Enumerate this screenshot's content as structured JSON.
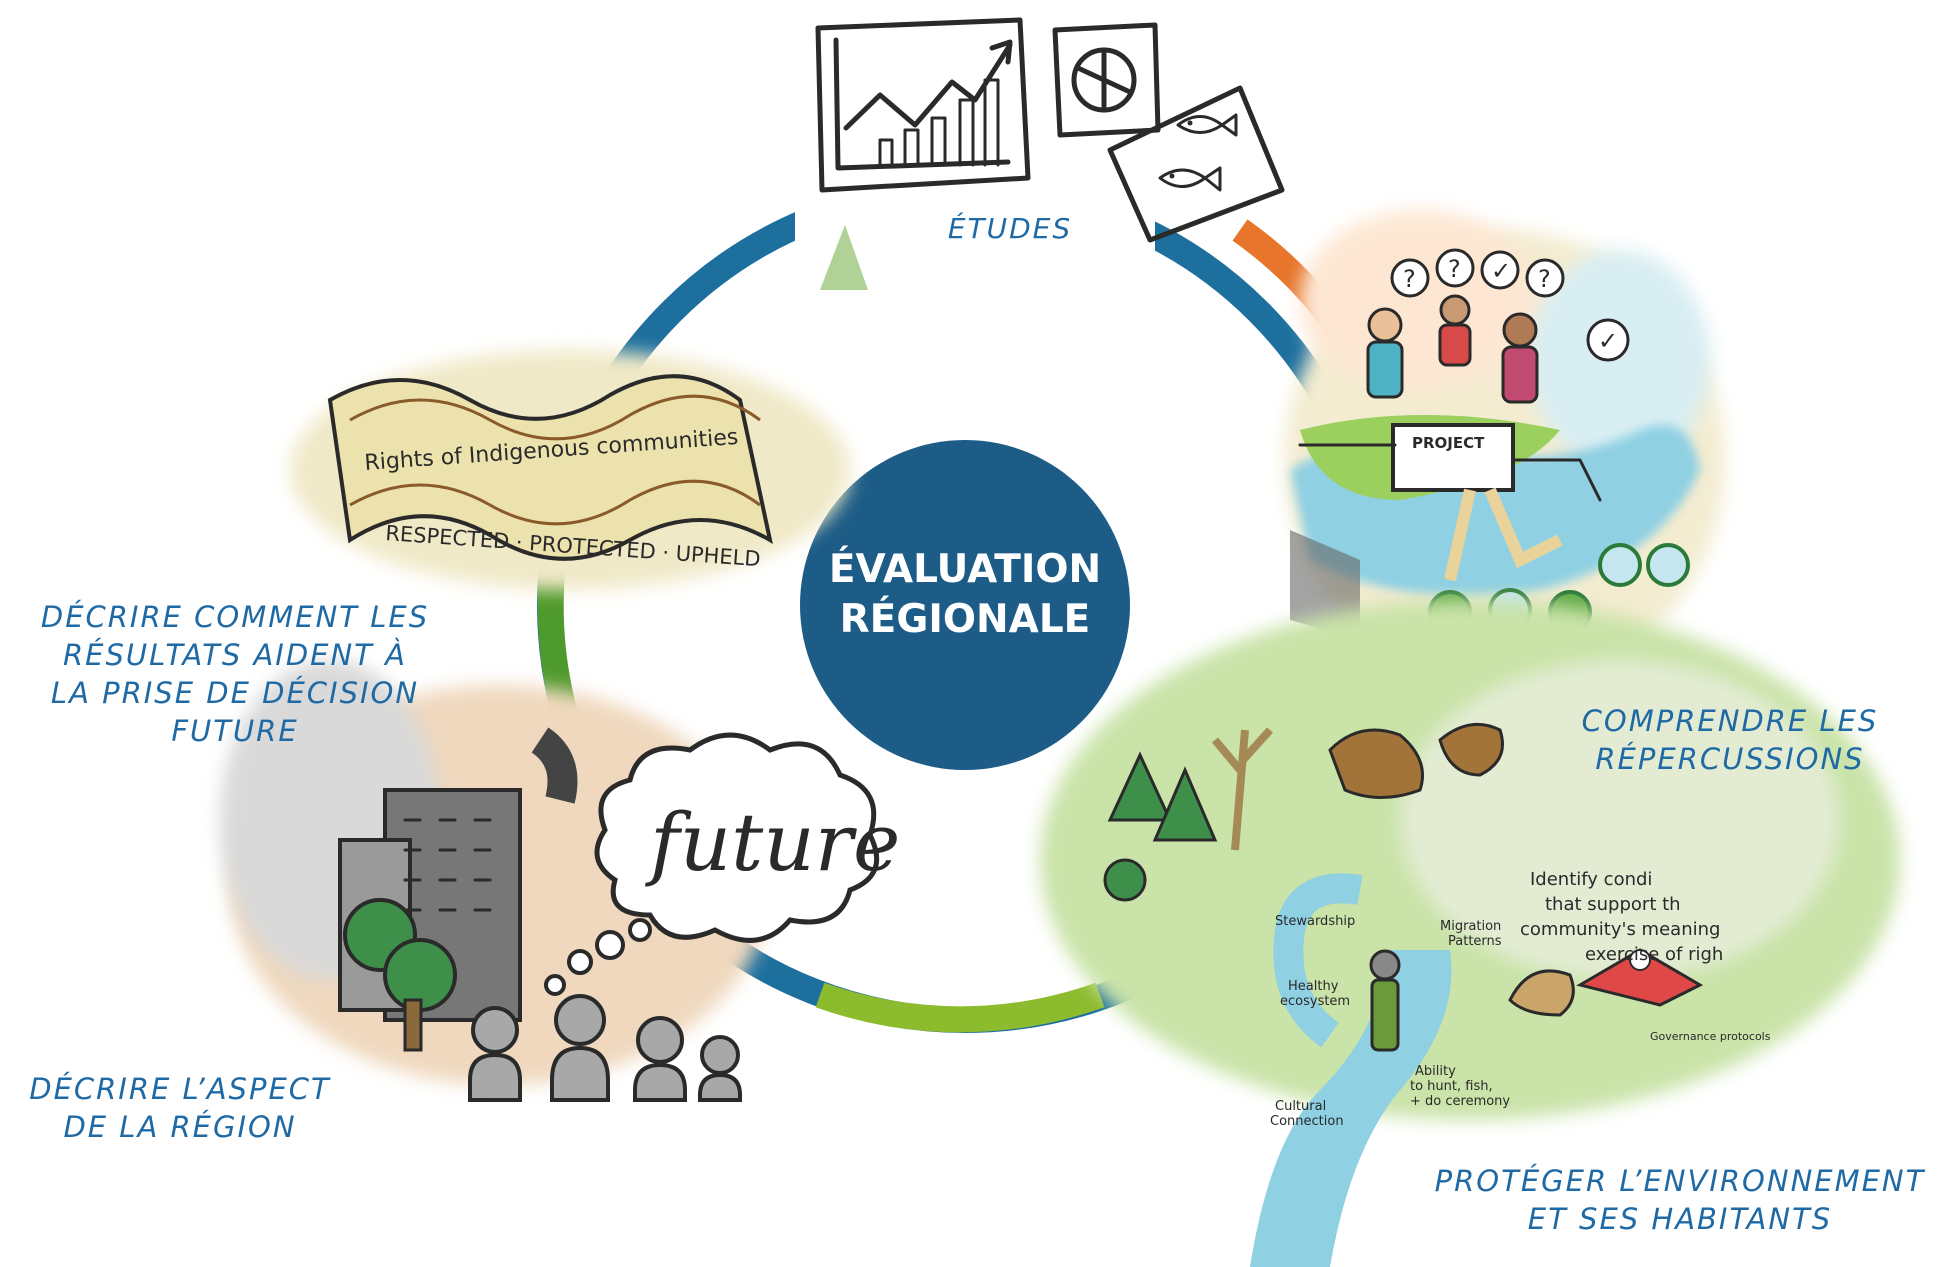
{
  "center": {
    "line1": "ÉVALUATION",
    "line2": "RÉGIONALE"
  },
  "stages": {
    "studies": {
      "label": "ÉTUDES"
    },
    "impacts": {
      "line1": "COMPRENDRE LES",
      "line2": "RÉPERCUSSIONS"
    },
    "protect": {
      "line1": "PROTÉGER L’ENVIRONNEMENT",
      "line2": "ET SES HABITANTS"
    },
    "region": {
      "line1": "DÉCRIRE L’ASPECT",
      "line2": "DE LA RÉGION"
    },
    "decision": {
      "line1": "DÉCRIRE COMMENT LES",
      "line2": "RÉSULTATS AIDENT À",
      "line3": "LA PRISE DE DÉCISION",
      "line4": "FUTURE"
    }
  },
  "illustrations": {
    "rights_banner": {
      "line1": "Rights of Indigenous communities",
      "line2": "RESPECTED · PROTECTED · UPHELD"
    },
    "project_sign": "PROJECT",
    "future_cloud": "future",
    "land_notes": {
      "identify": [
        "Identify condi",
        "that support th",
        "community's meaning",
        "exercise of righ"
      ],
      "stewardship": "Stewardship",
      "migration": [
        "Migration",
        "Patterns"
      ],
      "healthy": [
        "Healthy",
        "ecosystem"
      ],
      "ability": [
        "Ability",
        "to hunt, fish,",
        "+ do ceremony"
      ],
      "cultural": [
        "Cultural",
        "Connection"
      ],
      "governance": "Governance protocols"
    }
  },
  "colors": {
    "center_circle": "#1c5c86",
    "ring_blue": "#1d6f9e",
    "ring_green": "#4f9a2c",
    "ring_light_green": "#8dbb2e",
    "ring_yellow": "#e1b521",
    "ring_orange": "#e7752b",
    "label_text": "#1f6aa5"
  }
}
